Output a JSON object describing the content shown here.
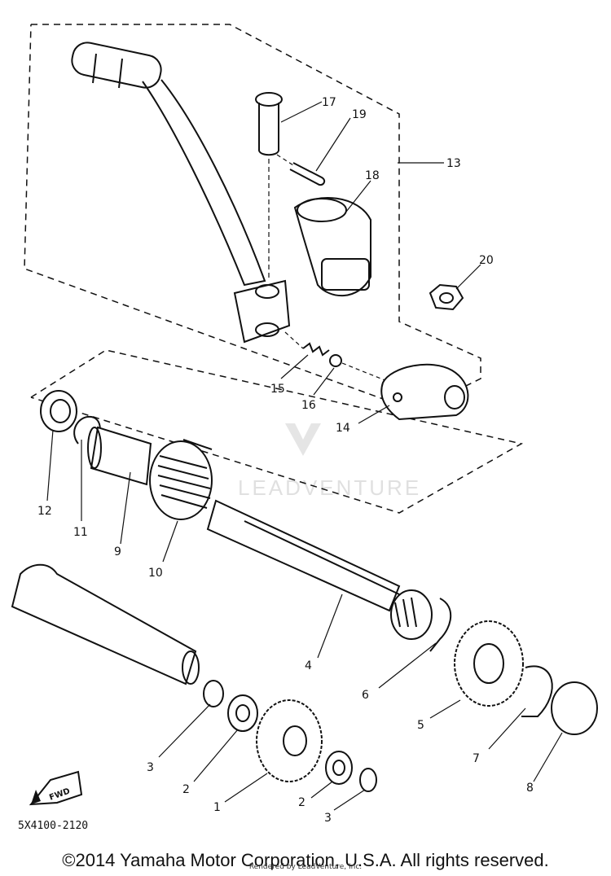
{
  "diagram": {
    "labels": {
      "p1": "1",
      "p2a": "2",
      "p2b": "2",
      "p3a": "3",
      "p3b": "3",
      "p4": "4",
      "p5": "5",
      "p6": "6",
      "p7": "7",
      "p8": "8",
      "p9": "9",
      "p10": "10",
      "p11": "11",
      "p12": "12",
      "p13": "13",
      "p14": "14",
      "p15": "15",
      "p16": "16",
      "p17": "17",
      "p18": "18",
      "p19": "19",
      "p20": "20"
    },
    "fwd_label": "FWD",
    "figure_code": "5X4100-2120",
    "watermark": "LEADVENTURE"
  },
  "footer": {
    "copyright": "©2014 Yamaha Motor Corporation, U.S.A. All rights reserved.",
    "rendered_by": "Rendered by LeadVenture, Inc."
  }
}
